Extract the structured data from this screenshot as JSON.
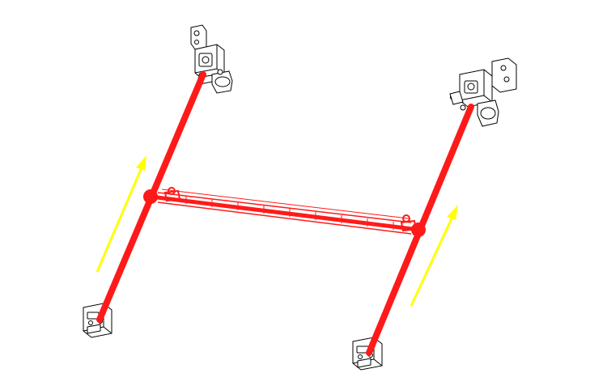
{
  "colors": {
    "background": "#ffffff",
    "rail": "#ff1a1a",
    "rail_outline": "#d40000",
    "arrow": "#ffff00",
    "line_art": "#000000",
    "part_fill": "#ffffff"
  },
  "elements": {
    "left_rail": "left-rail",
    "right_rail": "right-rail",
    "crossbar": "gantry-crossbar",
    "motion_arrows": "motion-arrows",
    "motor_mounts": "motor-mounts",
    "end_blocks": "end-blocks"
  }
}
